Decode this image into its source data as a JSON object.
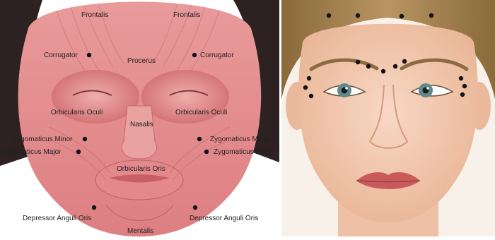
{
  "muscle_panel": {
    "labels": {
      "frontalis_left": "Frontalis",
      "frontalis_right": "Frontalis",
      "corrugator_left": "Corrugator",
      "corrugator_right": "Corrugator",
      "procerus": "Procerus",
      "orbicularis_oculi_left": "Orbicularis Oculi",
      "orbicularis_oculi_right": "Orbicularis Oculi",
      "nasalis": "Nasalis",
      "zygomaticus_minor_left": "Zygomaticus Minor",
      "zygomaticus_minor_right": "Zygomaticus Minor",
      "zygomaticus_major_left": "Zygomaticus Major",
      "zygomaticus_major_right": "Zygomaticus Major",
      "orbicularis_oris": "Orbicularis Oris",
      "depressor_anguli_oris_left": "Depressor Anguli Oris",
      "depressor_anguli_oris_right": "Depressor Anguli Oris",
      "mentalis": "Mentalis"
    }
  },
  "colors": {
    "muscle": "#e58b8b",
    "muscle_dark": "#c85a5f",
    "skin": "#f4c9b0",
    "hair": "#a8854f",
    "lips": "#c85a5b",
    "dot": "#111111"
  }
}
